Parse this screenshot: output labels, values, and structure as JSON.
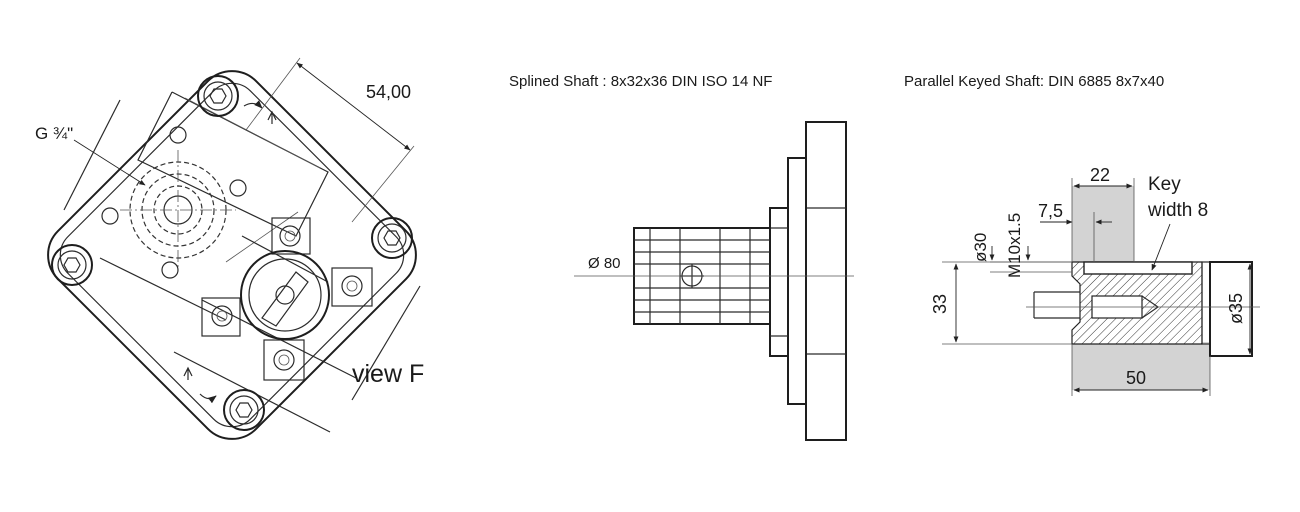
{
  "view_f": {
    "thread_label": "G ¾\"",
    "dimension": "54,00",
    "view_label": "view F"
  },
  "splined_shaft": {
    "title": "Splined Shaft : 8x32x36 DIN ISO 14 NF",
    "diameter_label": "Ø 80"
  },
  "keyed_shaft": {
    "title": "Parallel Keyed Shaft: DIN 6885  8x7x40",
    "dim_22": "22",
    "dim_7_5": "7,5",
    "key_label_line1": "Key",
    "key_label_line2": "width 8",
    "dim_d30": "ø30",
    "dim_thread": "M10x1.5",
    "dim_33": "33",
    "dim_d35": "ø35",
    "dim_50": "50"
  }
}
